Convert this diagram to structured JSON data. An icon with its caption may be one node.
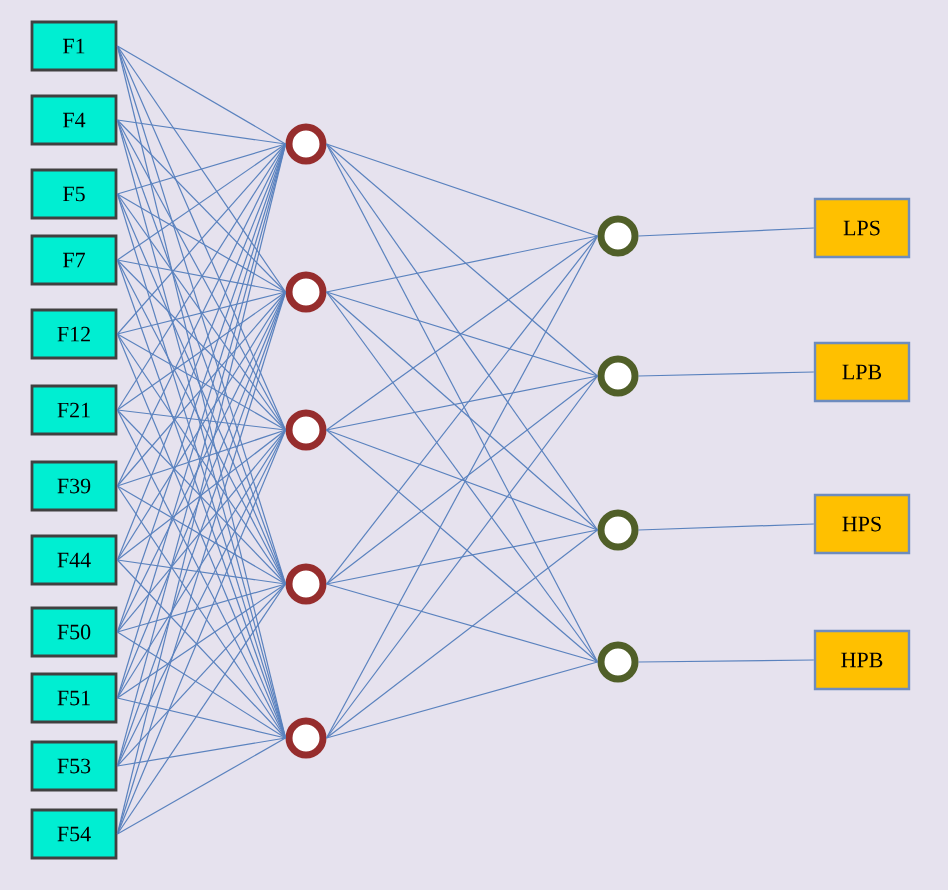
{
  "diagram": {
    "nodes": [
      {
        "text": [
          "F1"
        ]
      },
      {
        "text": [
          "F4"
        ]
      },
      {
        "text": [
          "F5"
        ]
      },
      {
        "text": [
          "F7"
        ]
      },
      {
        "text": [
          "F12"
        ]
      },
      {
        "text": [
          "F21"
        ]
      },
      {
        "text": [
          "F39"
        ]
      },
      {
        "text": [
          "F44"
        ]
      },
      {
        "text": [
          "F50"
        ]
      },
      {
        "text": [
          "F51"
        ]
      },
      {
        "text": [
          "F53"
        ]
      },
      {
        "text": [
          "F54"
        ]
      },
      {
        "text": [],
        "shape": "circle"
      },
      {
        "text": [],
        "shape": "circle"
      },
      {
        "text": [],
        "shape": "circle"
      },
      {
        "text": [],
        "shape": "circle"
      },
      {
        "text": [],
        "shape": "circle"
      },
      {
        "text": [],
        "shape": "circle"
      },
      {
        "text": [],
        "shape": "circle"
      },
      {
        "text": [],
        "shape": "circle"
      },
      {
        "text": [],
        "shape": "circle"
      },
      {
        "text": [
          "LPS"
        ]
      },
      {
        "text": [
          "LPB"
        ]
      },
      {
        "text": [
          "HPS"
        ]
      },
      {
        "text": [
          "HPB"
        ]
      }
    ],
    "edges": [
      {
        "from": 0,
        "to": 12,
        "arrow": "none"
      },
      {
        "from": 0,
        "to": 13,
        "arrow": "none"
      },
      {
        "from": 0,
        "to": 14,
        "arrow": "none"
      },
      {
        "from": 0,
        "to": 15,
        "arrow": "none"
      },
      {
        "from": 0,
        "to": 16,
        "arrow": "none"
      },
      {
        "from": 1,
        "to": 12,
        "arrow": "none"
      },
      {
        "from": 1,
        "to": 13,
        "arrow": "none"
      },
      {
        "from": 1,
        "to": 14,
        "arrow": "none"
      },
      {
        "from": 1,
        "to": 15,
        "arrow": "none"
      },
      {
        "from": 1,
        "to": 16,
        "arrow": "none"
      },
      {
        "from": 2,
        "to": 12,
        "arrow": "none"
      },
      {
        "from": 2,
        "to": 13,
        "arrow": "none"
      },
      {
        "from": 2,
        "to": 14,
        "arrow": "none"
      },
      {
        "from": 2,
        "to": 15,
        "arrow": "none"
      },
      {
        "from": 2,
        "to": 16,
        "arrow": "none"
      },
      {
        "from": 3,
        "to": 12,
        "arrow": "none"
      },
      {
        "from": 3,
        "to": 13,
        "arrow": "none"
      },
      {
        "from": 3,
        "to": 14,
        "arrow": "none"
      },
      {
        "from": 3,
        "to": 15,
        "arrow": "none"
      },
      {
        "from": 3,
        "to": 16,
        "arrow": "none"
      },
      {
        "from": 4,
        "to": 12,
        "arrow": "none"
      },
      {
        "from": 4,
        "to": 13,
        "arrow": "none"
      },
      {
        "from": 4,
        "to": 14,
        "arrow": "none"
      },
      {
        "from": 4,
        "to": 15,
        "arrow": "none"
      },
      {
        "from": 4,
        "to": 16,
        "arrow": "none"
      },
      {
        "from": 5,
        "to": 12,
        "arrow": "none"
      },
      {
        "from": 5,
        "to": 13,
        "arrow": "none"
      },
      {
        "from": 5,
        "to": 14,
        "arrow": "none"
      },
      {
        "from": 5,
        "to": 15,
        "arrow": "none"
      },
      {
        "from": 5,
        "to": 16,
        "arrow": "none"
      },
      {
        "from": 6,
        "to": 12,
        "arrow": "none"
      },
      {
        "from": 6,
        "to": 13,
        "arrow": "none"
      },
      {
        "from": 6,
        "to": 14,
        "arrow": "none"
      },
      {
        "from": 6,
        "to": 15,
        "arrow": "none"
      },
      {
        "from": 6,
        "to": 16,
        "arrow": "none"
      },
      {
        "from": 7,
        "to": 12,
        "arrow": "none"
      },
      {
        "from": 7,
        "to": 13,
        "arrow": "none"
      },
      {
        "from": 7,
        "to": 14,
        "arrow": "none"
      },
      {
        "from": 7,
        "to": 15,
        "arrow": "none"
      },
      {
        "from": 7,
        "to": 16,
        "arrow": "none"
      },
      {
        "from": 8,
        "to": 12,
        "arrow": "none"
      },
      {
        "from": 8,
        "to": 13,
        "arrow": "none"
      },
      {
        "from": 8,
        "to": 14,
        "arrow": "none"
      },
      {
        "from": 8,
        "to": 15,
        "arrow": "none"
      },
      {
        "from": 8,
        "to": 16,
        "arrow": "none"
      },
      {
        "from": 9,
        "to": 12,
        "arrow": "none"
      },
      {
        "from": 9,
        "to": 13,
        "arrow": "none"
      },
      {
        "from": 9,
        "to": 14,
        "arrow": "none"
      },
      {
        "from": 9,
        "to": 15,
        "arrow": "none"
      },
      {
        "from": 9,
        "to": 16,
        "arrow": "none"
      },
      {
        "from": 10,
        "to": 12,
        "arrow": "none"
      },
      {
        "from": 10,
        "to": 13,
        "arrow": "none"
      },
      {
        "from": 10,
        "to": 14,
        "arrow": "none"
      },
      {
        "from": 10,
        "to": 15,
        "arrow": "none"
      },
      {
        "from": 10,
        "to": 16,
        "arrow": "none"
      },
      {
        "from": 11,
        "to": 12,
        "arrow": "none"
      },
      {
        "from": 11,
        "to": 13,
        "arrow": "none"
      },
      {
        "from": 11,
        "to": 14,
        "arrow": "none"
      },
      {
        "from": 11,
        "to": 15,
        "arrow": "none"
      },
      {
        "from": 11,
        "to": 16,
        "arrow": "none"
      },
      {
        "from": 12,
        "to": 17,
        "arrow": "none"
      },
      {
        "from": 12,
        "to": 18,
        "arrow": "none"
      },
      {
        "from": 12,
        "to": 19,
        "arrow": "none"
      },
      {
        "from": 12,
        "to": 20,
        "arrow": "none"
      },
      {
        "from": 13,
        "to": 17,
        "arrow": "none"
      },
      {
        "from": 13,
        "to": 18,
        "arrow": "none"
      },
      {
        "from": 13,
        "to": 19,
        "arrow": "none"
      },
      {
        "from": 13,
        "to": 20,
        "arrow": "none"
      },
      {
        "from": 14,
        "to": 17,
        "arrow": "none"
      },
      {
        "from": 14,
        "to": 18,
        "arrow": "none"
      },
      {
        "from": 14,
        "to": 19,
        "arrow": "none"
      },
      {
        "from": 14,
        "to": 20,
        "arrow": "none"
      },
      {
        "from": 15,
        "to": 17,
        "arrow": "none"
      },
      {
        "from": 15,
        "to": 18,
        "arrow": "none"
      },
      {
        "from": 15,
        "to": 19,
        "arrow": "none"
      },
      {
        "from": 15,
        "to": 20,
        "arrow": "none"
      },
      {
        "from": 16,
        "to": 17,
        "arrow": "none"
      },
      {
        "from": 16,
        "to": 18,
        "arrow": "none"
      },
      {
        "from": 16,
        "to": 19,
        "arrow": "none"
      },
      {
        "from": 16,
        "to": 20,
        "arrow": "none"
      },
      {
        "from": 17,
        "to": 21,
        "arrow": "none"
      },
      {
        "from": 18,
        "to": 22,
        "arrow": "none"
      },
      {
        "from": 19,
        "to": 23,
        "arrow": "none"
      },
      {
        "from": 20,
        "to": 24,
        "arrow": "none"
      }
    ]
  }
}
